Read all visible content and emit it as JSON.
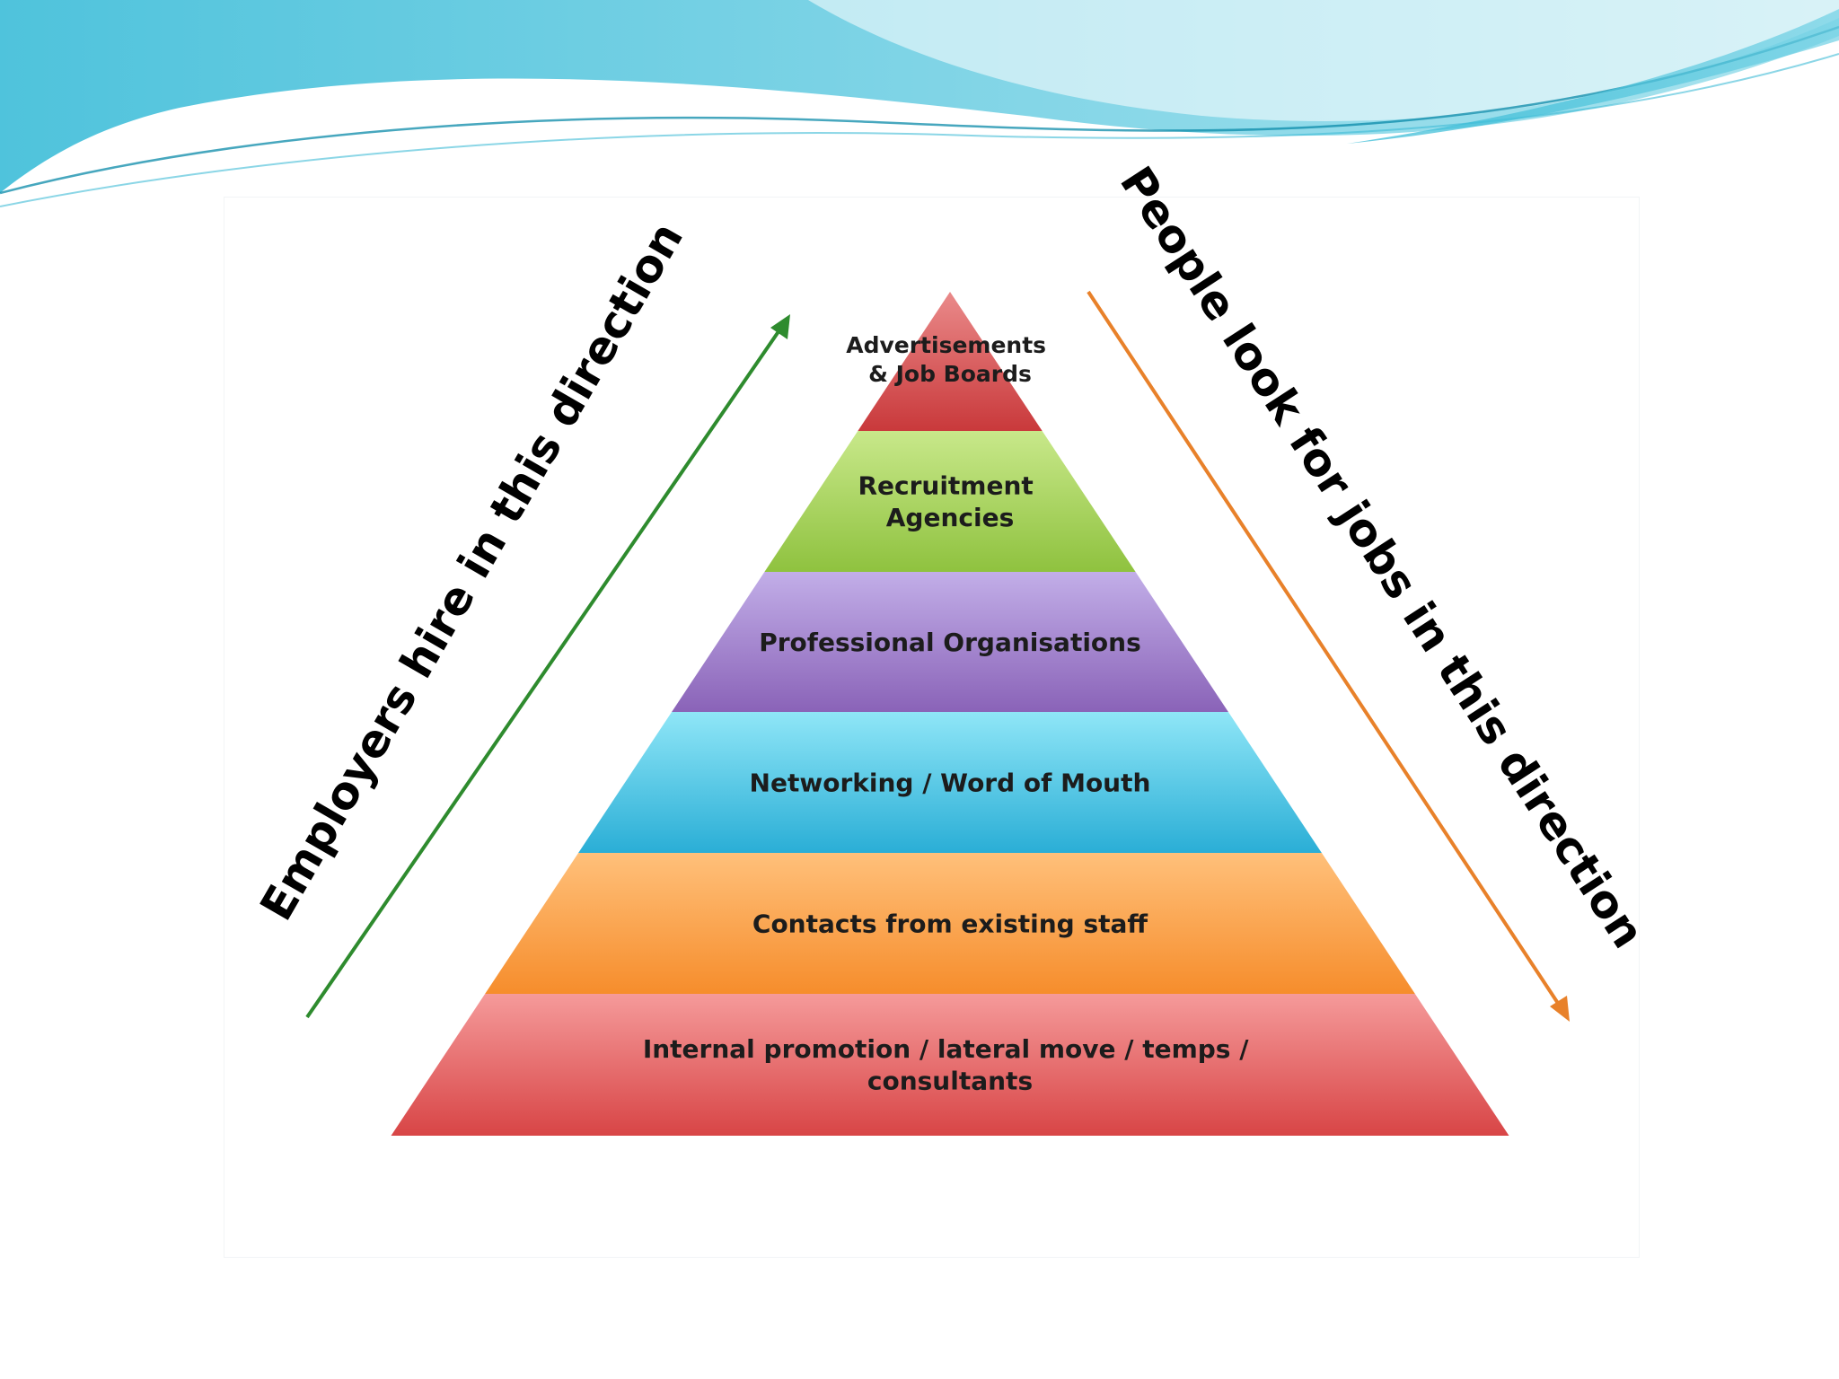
{
  "diagram": {
    "tiers": [
      {
        "lines": [
          "Advertisements",
          "& Job Boards"
        ],
        "color_top": "#ea8a8a",
        "color_bottom": "#c9393b"
      },
      {
        "lines": [
          "Recruitment",
          "Agencies"
        ],
        "color_top": "#c8e88a",
        "color_bottom": "#8fc23f"
      },
      {
        "lines": [
          "Professional Organisations"
        ],
        "color_top": "#c2aee8",
        "color_bottom": "#8a63b8"
      },
      {
        "lines": [
          "Networking / Word of Mouth"
        ],
        "color_top": "#8fe6f7",
        "color_bottom": "#2aaed6"
      },
      {
        "lines": [
          "Contacts from existing staff"
        ],
        "color_top": "#ffc07a",
        "color_bottom": "#f68d2c"
      },
      {
        "lines": [
          "Internal promotion / lateral move / temps /",
          "consultants"
        ],
        "color_top": "#f59a9a",
        "color_bottom": "#d84546"
      }
    ],
    "left_arrow": {
      "label": "Employers hire in this direction",
      "color": "#2e8b2e"
    },
    "right_arrow": {
      "label": "People look for jobs in this direction",
      "color": "#e8812a"
    }
  }
}
